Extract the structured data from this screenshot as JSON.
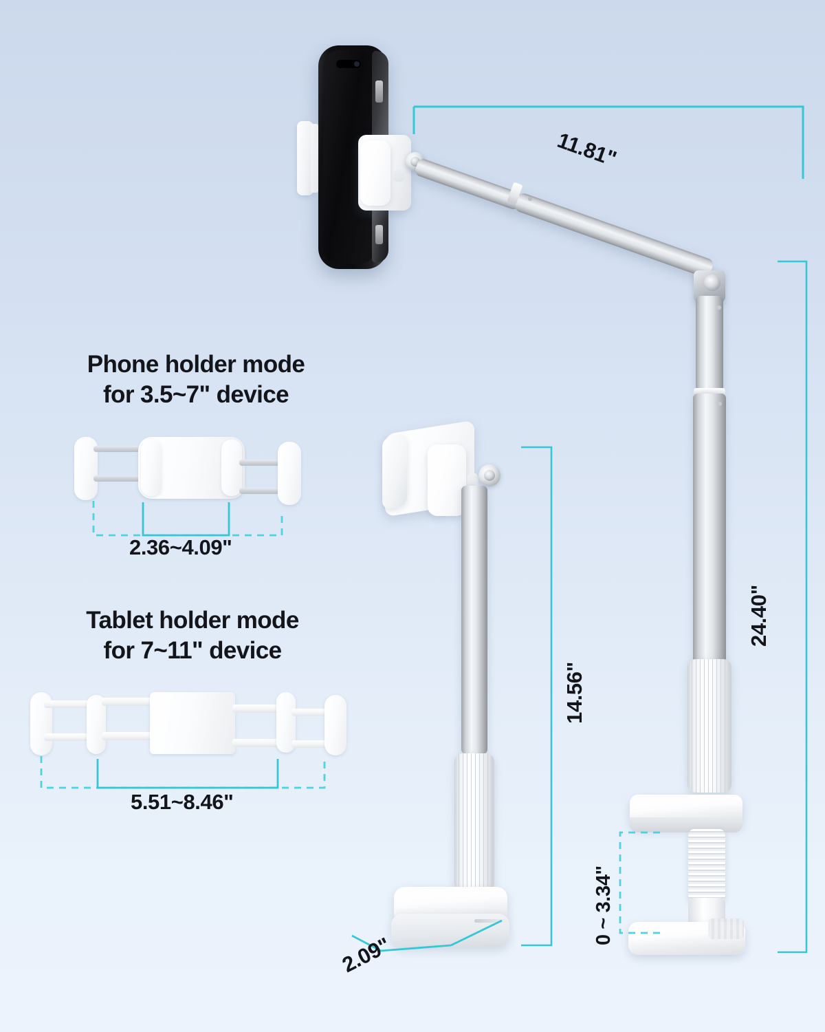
{
  "page": {
    "background_top_color": "#ccd9ec",
    "background_bottom_color": "#ecf3fc",
    "accent_color": "#36c6d4",
    "text_color": "#13151a"
  },
  "sections": {
    "phone_mode": {
      "heading_line1": "Phone holder mode",
      "heading_line2": "for 3.5~7\" device",
      "measurement": "2.36~4.09\""
    },
    "tablet_mode": {
      "heading_line1": "Tablet holder mode",
      "heading_line2": "for 7~11\" device",
      "measurement": "5.51~8.46\""
    }
  },
  "dimensions": {
    "arm_reach": "11.81\"",
    "full_height": "24.40\"",
    "stand_height": "14.56\"",
    "base_depth": "2.09\"",
    "clamp_range": "0 ~ 3.34\""
  }
}
